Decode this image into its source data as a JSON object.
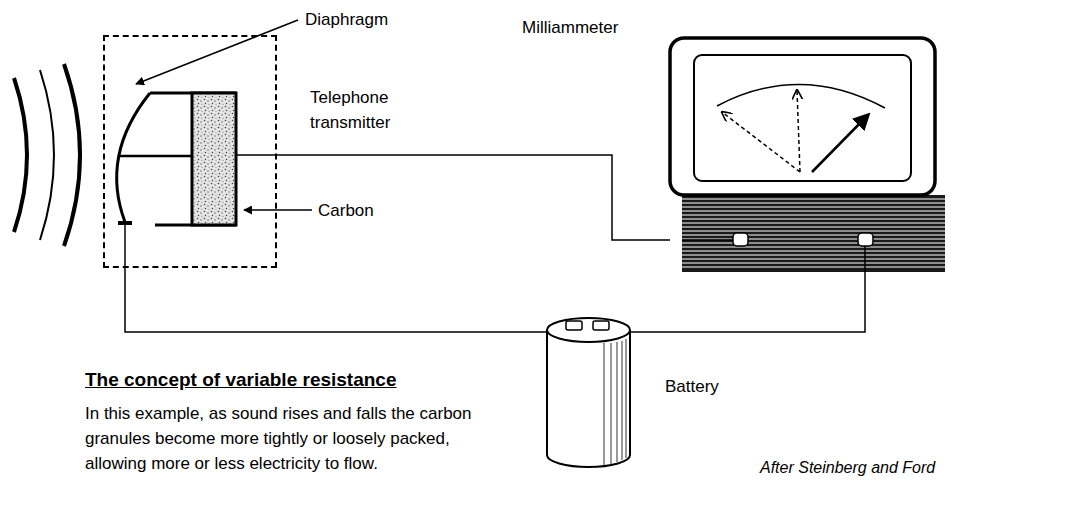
{
  "diagram": {
    "title": "The concept of variable resistance",
    "caption": "In this example, as sound rises and falls the carbon granules become more tightly or loosely packed, allowing more or less electricity to flow.",
    "nodes": [
      {
        "text": [
          "Telephone transmitter"
        ]
      },
      {
        "text": [
          "Milliammeter"
        ]
      },
      {
        "text": [
          "Battery"
        ]
      }
    ],
    "edges": [
      {
        "from": 0,
        "to": 1,
        "arrow": "none"
      },
      {
        "from": 1,
        "to": 2,
        "arrow": "none"
      },
      {
        "from": 2,
        "to": 0,
        "arrow": "none"
      }
    ],
    "labels": [
      "Diaphragm",
      "Carbon",
      "After Steinberg and Ford"
    ]
  }
}
